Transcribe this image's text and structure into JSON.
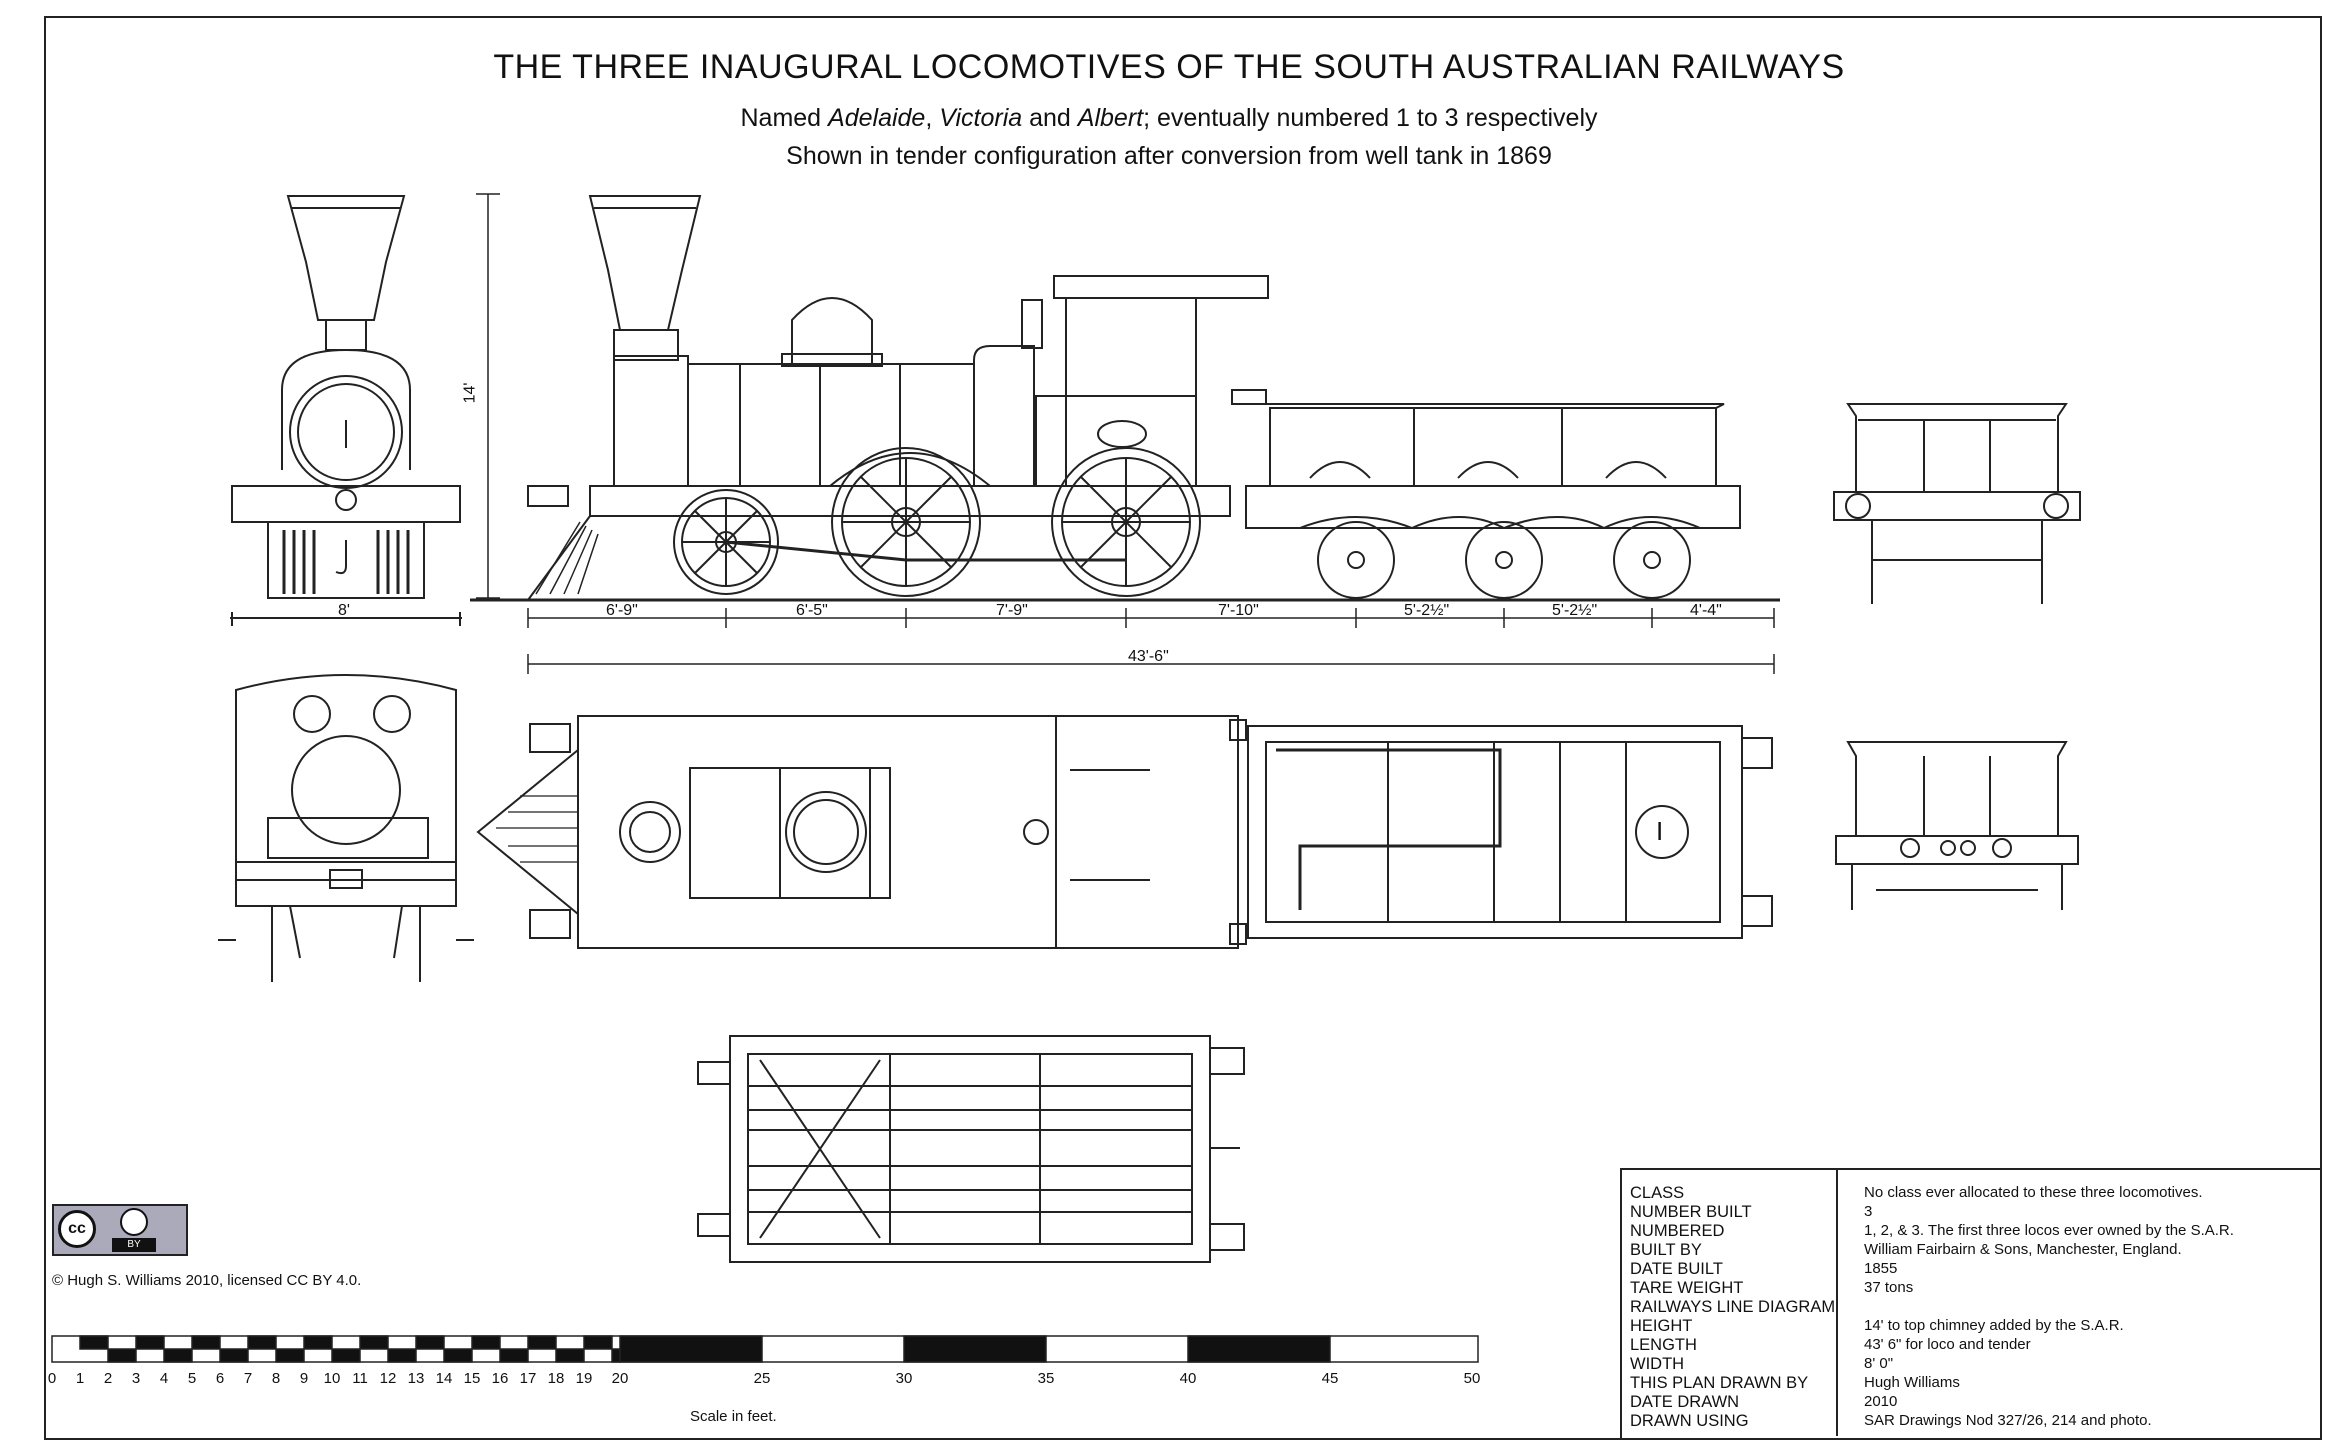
{
  "title": "THE THREE INAUGURAL LOCOMOTIVES OF THE SOUTH AUSTRALIAN RAILWAYS",
  "subtitle": {
    "prefix": "Named ",
    "name1": "Adelaide",
    "sep1": ", ",
    "name2": "Victoria",
    "sep2": " and ",
    "name3": "Albert",
    "suffix": "; eventually numbered 1 to 3 respectively"
  },
  "subtitle2": "Shown in tender configuration after conversion from well tank in 1869",
  "dimensions": {
    "height": "14'",
    "front_width": "8'",
    "segments": [
      "6'-9\"",
      "6'-5\"",
      "7'-9\"",
      "7'-10\"",
      "5'-2½\"",
      "5'-2½\"",
      "4'-4\""
    ],
    "overall": "43'-6\""
  },
  "tender_number": "I",
  "credit": "© Hugh S. Williams 2010, licensed CC BY 4.0.",
  "cc_badge": {
    "cc": "cc",
    "by": "BY"
  },
  "scale": {
    "caption": "Scale in feet.",
    "labels": [
      "0",
      "1",
      "2",
      "3",
      "4",
      "5",
      "6",
      "7",
      "8",
      "9",
      "10",
      "11",
      "12",
      "13",
      "14",
      "15",
      "16",
      "17",
      "18",
      "19",
      "20",
      "25",
      "30",
      "35",
      "40",
      "45",
      "50"
    ]
  },
  "specs": [
    {
      "label": "CLASS",
      "value": "No class ever allocated to these three locomotives."
    },
    {
      "label": "NUMBER BUILT",
      "value": "3"
    },
    {
      "label": "NUMBERED",
      "value": "1, 2, & 3.     The first three locos ever owned by the S.A.R."
    },
    {
      "label": "BUILT BY",
      "value": "William Fairbairn & Sons, Manchester, England."
    },
    {
      "label": "DATE BUILT",
      "value": "1855"
    },
    {
      "label": "TARE WEIGHT",
      "value": "37 tons"
    },
    {
      "label": "RAILWAYS LINE DIAGRAM",
      "value": ""
    },
    {
      "label": "HEIGHT",
      "value": "14' to top chimney added by the S.A.R."
    },
    {
      "label": "LENGTH",
      "value": "43' 6\" for loco and tender"
    },
    {
      "label": "WIDTH",
      "value": "8' 0\""
    },
    {
      "label": "THIS PLAN DRAWN BY",
      "value": "Hugh Williams"
    },
    {
      "label": "DATE DRAWN",
      "value": "2010"
    },
    {
      "label": "DRAWN USING",
      "value": "SAR Drawings Nod 327/26, 214 and photo."
    }
  ]
}
